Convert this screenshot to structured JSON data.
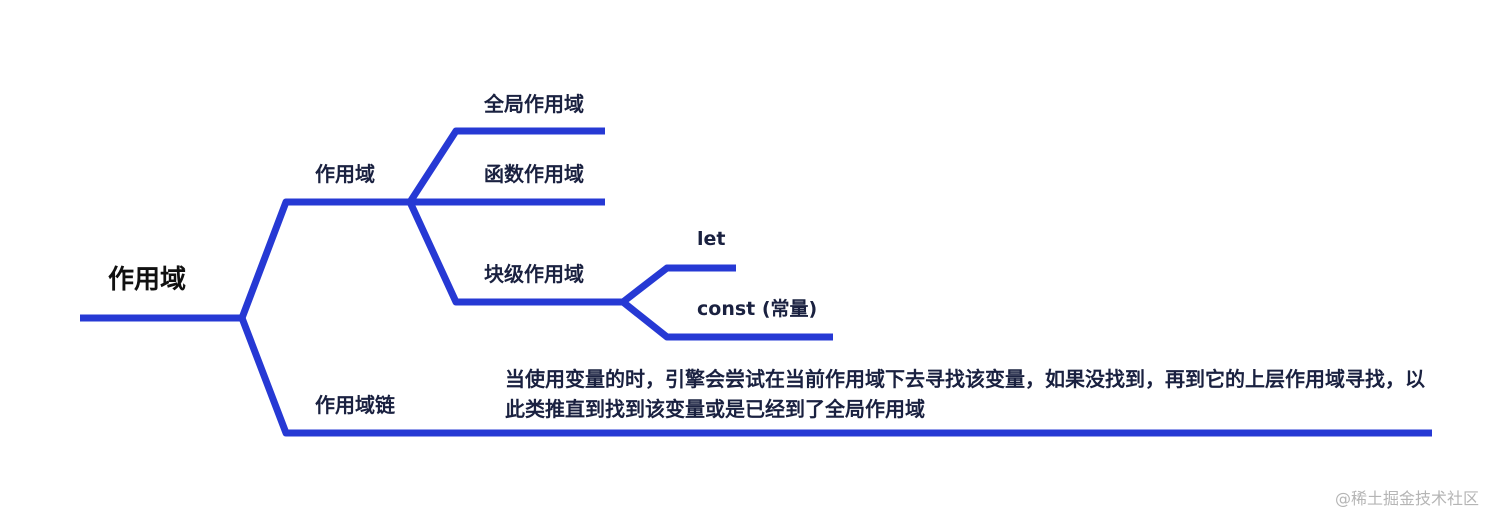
{
  "mindmap": {
    "root": {
      "label": "作用域"
    },
    "branch_scope": {
      "label": "作用域",
      "children": {
        "global": {
          "label": "全局作用域"
        },
        "function": {
          "label": "函数作用域"
        },
        "block": {
          "label": "块级作用域",
          "children": {
            "let": {
              "label": "let"
            },
            "const": {
              "label": "const (常量)"
            }
          }
        }
      }
    },
    "branch_chain": {
      "label": "作用域链",
      "description": "当使用变量的时，引擎会尝试在当前作用域下去寻找该变量，如果没找到，再到它的上层作用域寻找，以此类推直到找到该变量或是已经到了全局作用域"
    }
  },
  "colors": {
    "line": "#2639d4",
    "text": "#1a2140",
    "root_text": "#111111",
    "watermark": "#b5b5b5"
  },
  "watermark": {
    "text": "@稀土掘金技术社区"
  }
}
